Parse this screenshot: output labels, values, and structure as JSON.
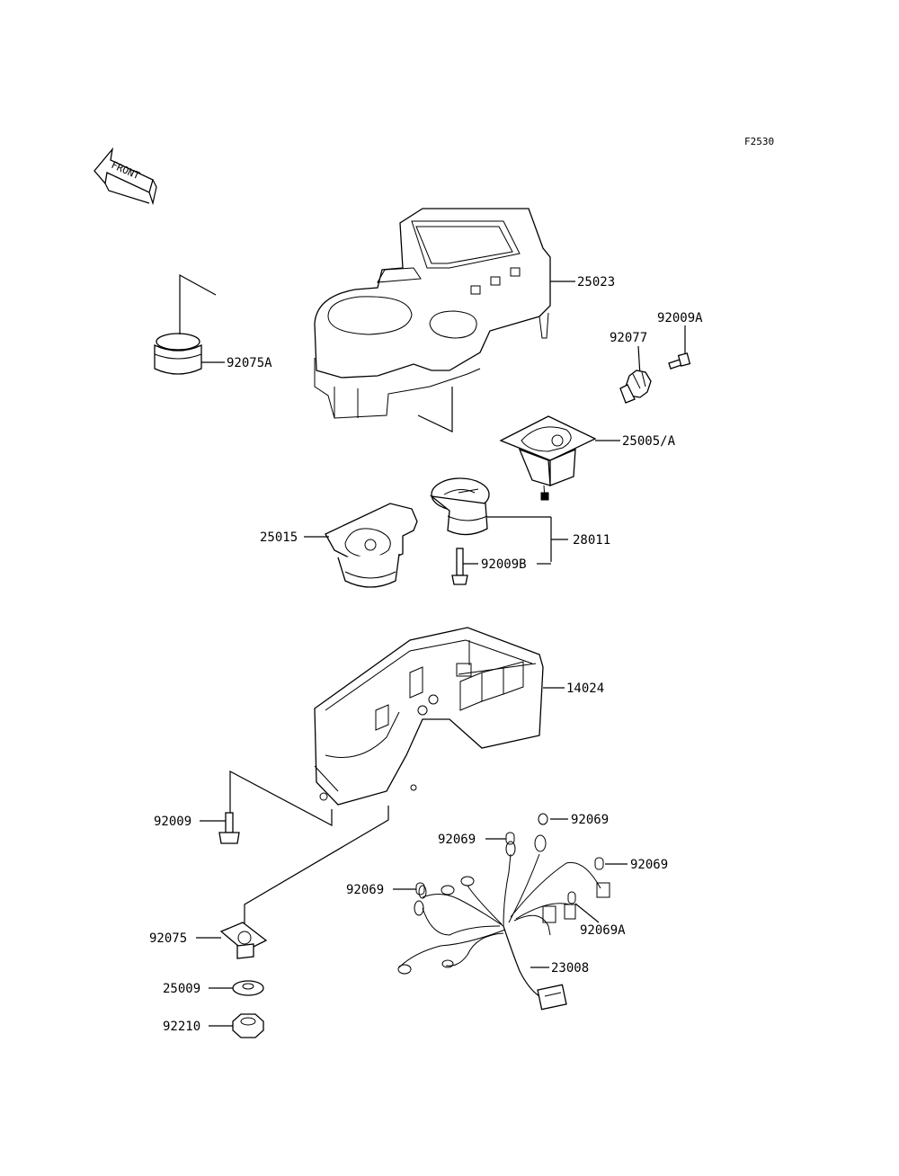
{
  "diagram": {
    "figure_code": "F2530",
    "front_label": "FRONT",
    "callouts": {
      "meter_case_top": "25023",
      "cap_92075a": "92075A",
      "screw_92009a": "92009A",
      "gear_92077": "92077",
      "gauge_25005a": "25005/A",
      "tacho_25015": "25015",
      "meter_28011": "28011",
      "screw_92009b": "92009B",
      "lower_case_14024": "14024",
      "screw_92009": "92009",
      "grommet_top": "92069",
      "grommet_mid_left": "92069",
      "grommet_right": "92069",
      "grommet_left": "92069",
      "grommet_a": "92069A",
      "bracket_92075": "92075",
      "harness_23008": "23008",
      "washer_25009": "25009",
      "nut_92210": "92210"
    }
  }
}
